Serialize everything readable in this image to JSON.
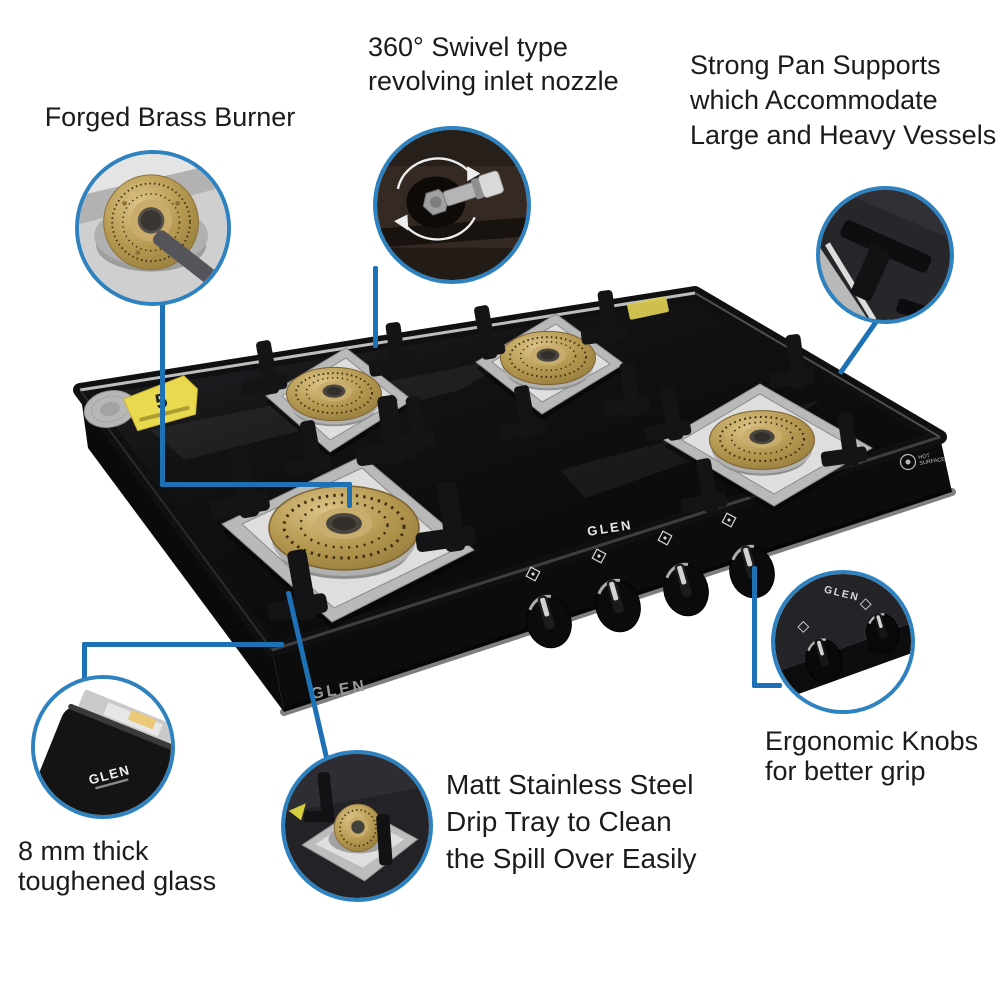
{
  "image": {
    "type": "product-feature-infographic",
    "product": "GLEN 4 burner glass cooktop",
    "background": "#ffffff",
    "leader_line_color": "#1d71b4",
    "callout_ring_color": "#2e82c0",
    "label_text_color": "#1b1b1b"
  },
  "brand": {
    "name": "GLEN"
  },
  "badges": {
    "warranty_number": "5",
    "hot_surface_line1": "HOT",
    "hot_surface_line2": "SURFACE"
  },
  "callouts": [
    {
      "id": "forged-brass-burner",
      "lines": [
        "Forged Brass Burner"
      ]
    },
    {
      "id": "swivel-inlet-nozzle",
      "lines": [
        "360° Swivel type",
        "revolving inlet nozzle"
      ]
    },
    {
      "id": "strong-pan-supports",
      "lines": [
        "Strong Pan Supports",
        "which Accommodate",
        "Large and Heavy Vessels"
      ]
    },
    {
      "id": "ergonomic-knobs",
      "lines": [
        "Ergonomic Knobs",
        "for better grip"
      ]
    },
    {
      "id": "toughened-glass",
      "lines": [
        "8 mm thick",
        "toughened glass"
      ]
    },
    {
      "id": "drip-tray",
      "lines": [
        "Matt Stainless Steel",
        "Drip Tray to Clean",
        "the Spill Over Easily"
      ]
    }
  ]
}
